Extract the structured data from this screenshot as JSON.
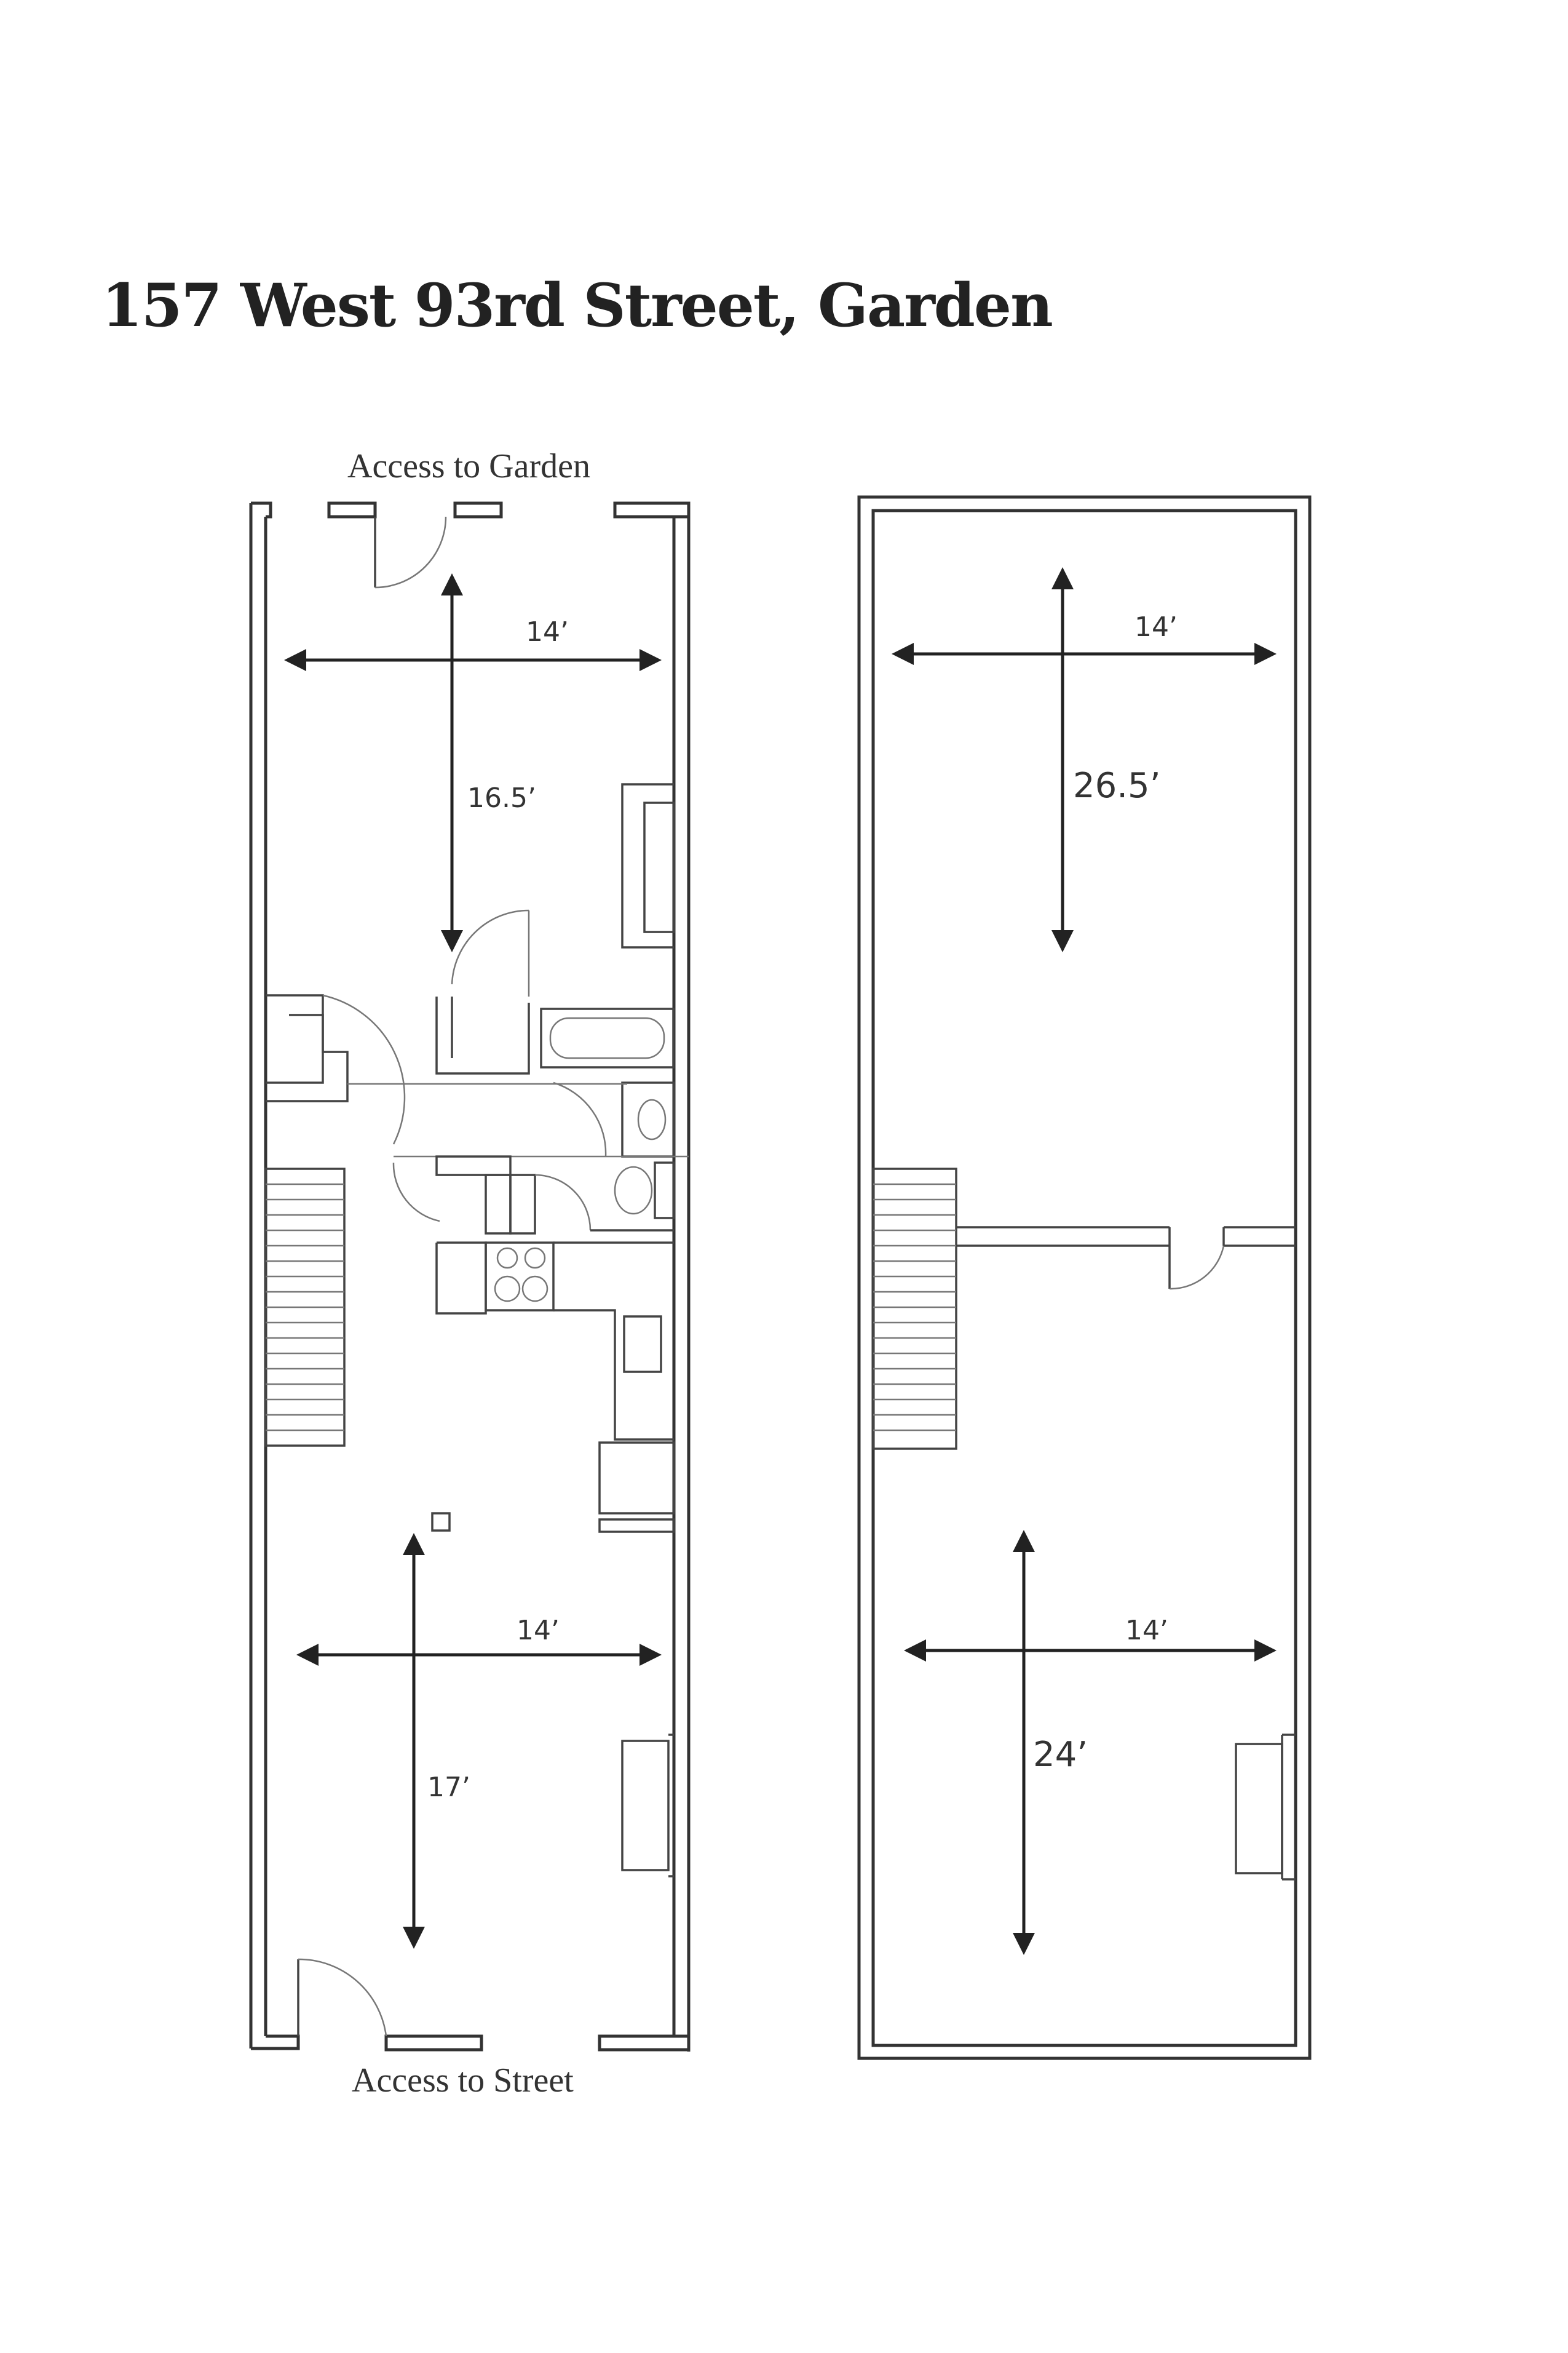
{
  "title": "157 West 93rd Street, Garden",
  "labels": {
    "garden_access": "Access to Garden",
    "street_access": "Access to Street"
  },
  "lower_level": {
    "rear_room": {
      "width": "14’",
      "depth": "16.5’"
    },
    "front_room": {
      "width": "14’",
      "depth": "17’"
    }
  },
  "upper_level": {
    "rear_room": {
      "width": "14’",
      "depth": "26.5’"
    },
    "front_room": {
      "width": "14’",
      "depth": "24’"
    }
  }
}
